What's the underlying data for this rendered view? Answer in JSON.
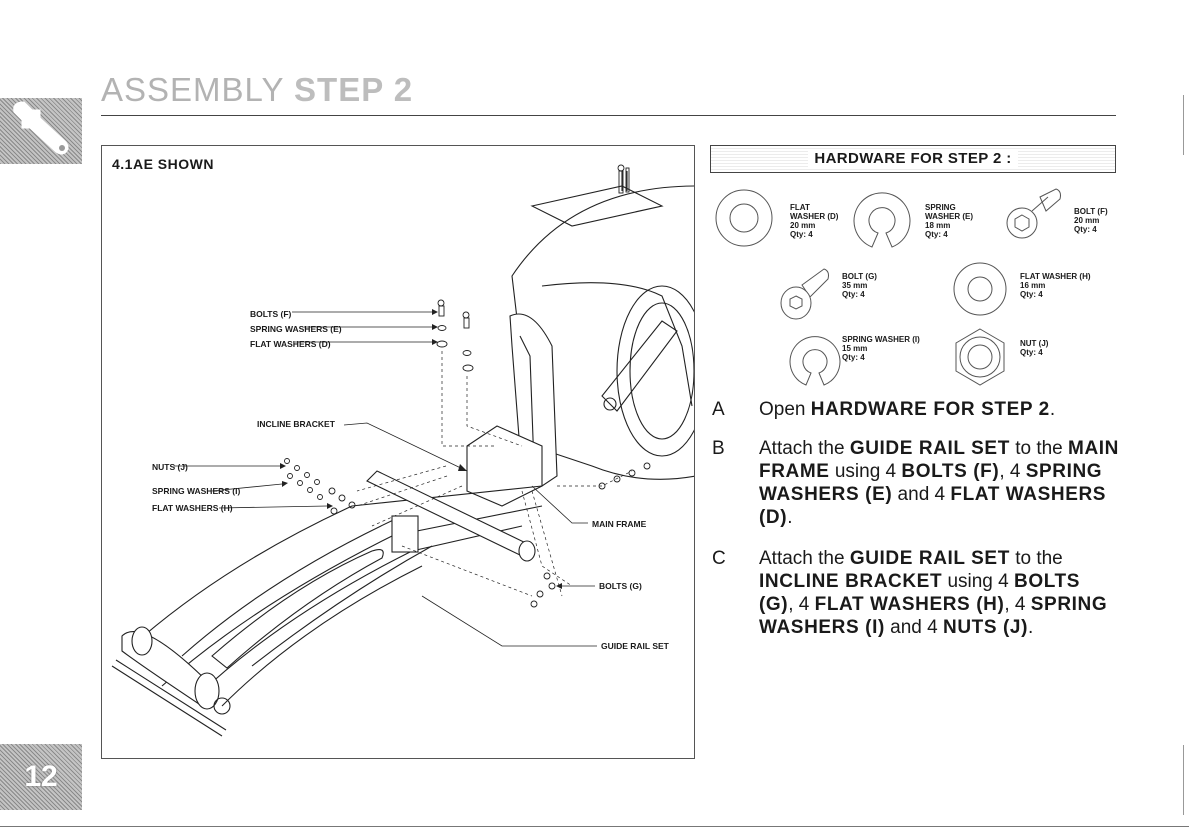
{
  "header": {
    "title_light": "ASSEMBLY ",
    "title_bold": "STEP 2",
    "page_number": "12",
    "tab_icon": "wrench-icon"
  },
  "figure": {
    "label": "4.1AE SHOWN",
    "callouts": {
      "bolts_f": "BOLTS (F)",
      "spring_washers_e": "SPRING WASHERS (E)",
      "flat_washers_d": "FLAT WASHERS (D)",
      "incline_bracket": "INCLINE BRACKET",
      "nuts_j": "NUTS (J)",
      "spring_washers_i": "SPRING WASHERS (I)",
      "flat_washers_h": "FLAT WASHERS (H)",
      "main_frame": "MAIN FRAME",
      "bolts_g": "BOLTS (G)",
      "guide_rail_set": "GUIDE RAIL SET"
    }
  },
  "hardware": {
    "title": "HARDWARE FOR STEP 2 :",
    "items": [
      {
        "name": "FLAT",
        "name2": "WASHER (D)",
        "size": "20 mm",
        "qty": "Qty: 4",
        "icon": "flat-washer-icon"
      },
      {
        "name": "SPRING",
        "name2": "WASHER (E)",
        "size": "18 mm",
        "qty": "Qty: 4",
        "icon": "spring-washer-icon"
      },
      {
        "name": "BOLT (F)",
        "size": "20 mm",
        "qty": "Qty: 4",
        "icon": "hex-bolt-icon"
      },
      {
        "name": "BOLT (G)",
        "size": "35 mm",
        "qty": "Qty: 4",
        "icon": "round-bolt-icon"
      },
      {
        "name": "FLAT WASHER (H)",
        "size": "16 mm",
        "qty": "Qty: 4",
        "icon": "flat-washer-icon"
      },
      {
        "name": "SPRING WASHER (I)",
        "size": "15 mm",
        "qty": "Qty: 4",
        "icon": "spring-washer-icon"
      },
      {
        "name": "NUT (J)",
        "qty": "Qty: 4",
        "icon": "hex-nut-icon"
      }
    ]
  },
  "steps": {
    "a": {
      "letter": "A",
      "t1": "Open ",
      "b1": "HARDWARE FOR STEP 2",
      "t2": "."
    },
    "b": {
      "letter": "B",
      "t1": "Attach the ",
      "b1": "GUIDE RAIL SET",
      "t2": " to the ",
      "b2": "MAIN FRAME",
      "t3": " using 4 ",
      "b3": "BOLTS (F)",
      "t4": ", 4 ",
      "b4": "SPRING WASHERS (E)",
      "t5": " and 4 ",
      "b5": "FLAT WASHERS (D)",
      "t6": "."
    },
    "c": {
      "letter": "C",
      "t1": "Attach the ",
      "b1": "GUIDE RAIL SET",
      "t2": " to the ",
      "b2": "INCLINE BRACKET",
      "t3": " using 4 ",
      "b3": "BOLTS (G)",
      "t4": ", 4 ",
      "b4": "FLAT WASHERS (H)",
      "t5": ", 4 ",
      "b5": "SPRING WASHERS (I)",
      "t6": " and 4 ",
      "b6": "NUTS (J)",
      "t7": "."
    }
  }
}
